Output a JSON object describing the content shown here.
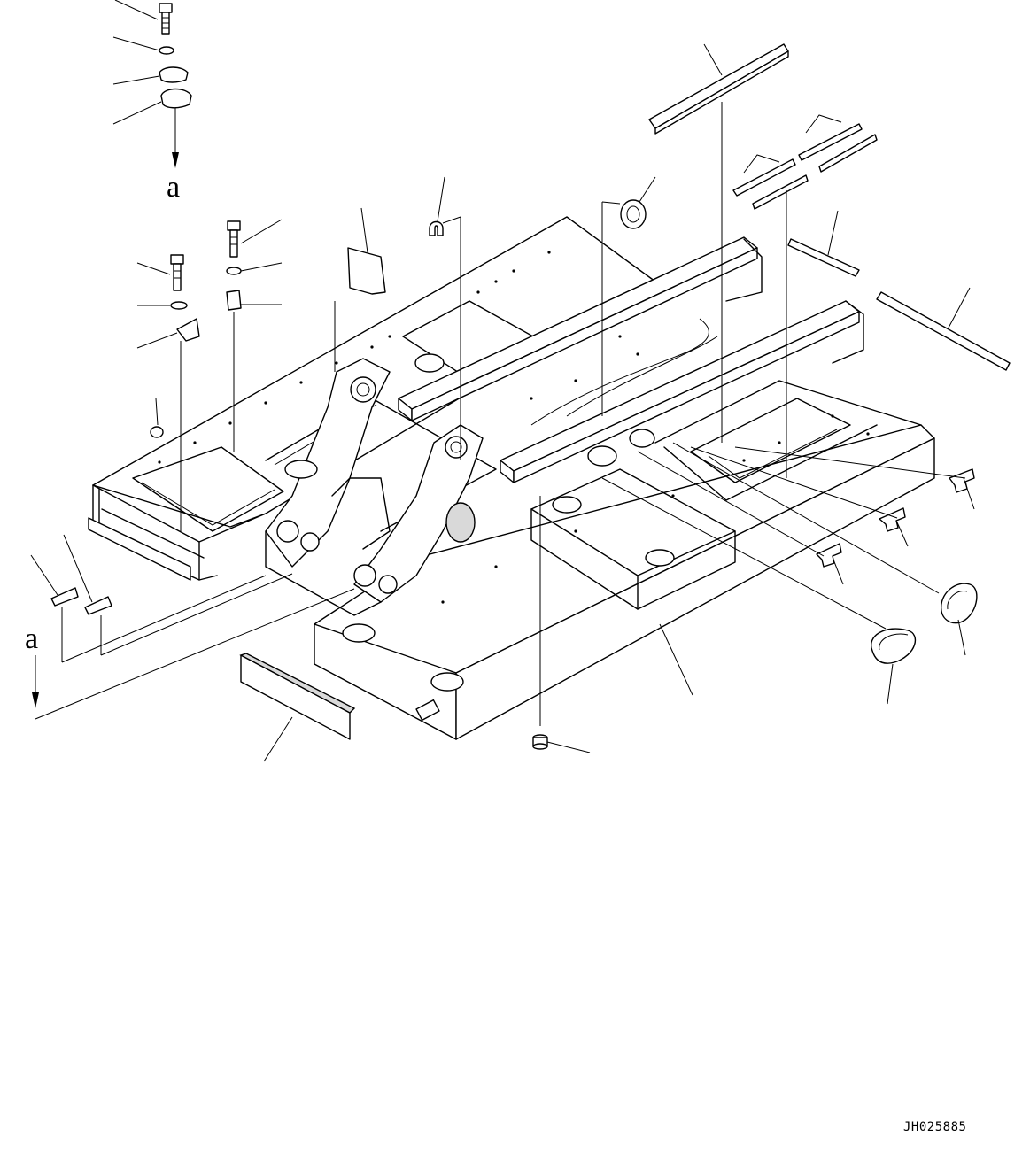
{
  "diagram": {
    "reference_marks": {
      "top": "a",
      "bottom": "a"
    },
    "drawing_code": "JH025885"
  }
}
